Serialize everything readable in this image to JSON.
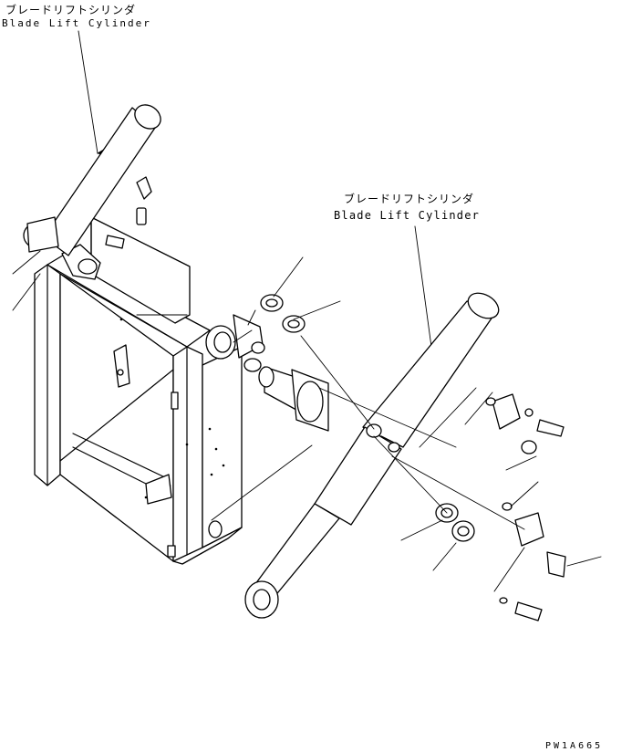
{
  "labels": {
    "top_left_jp": "ブレードリフトシリンダ",
    "top_left_en": "Blade Lift Cylinder",
    "center_jp": "ブレードリフトシリンダ",
    "center_en": "Blade Lift Cylinder",
    "figure_code": "PW1A665"
  }
}
